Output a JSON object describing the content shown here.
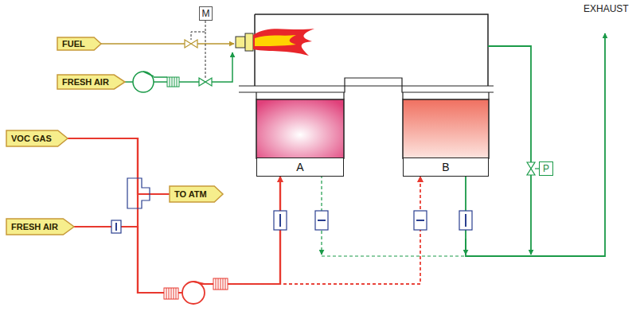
{
  "diagram": {
    "nodes": [
      {
        "text": [
          "FUEL"
        ]
      },
      {
        "text": [
          "FRESH AIR"
        ]
      },
      {
        "text": [
          "M"
        ]
      },
      {
        "text": [
          "VOC GAS"
        ]
      },
      {
        "text": [
          "TO ATM"
        ]
      },
      {
        "text": [
          "FRESH AIR"
        ]
      },
      {
        "text": [
          "A"
        ]
      },
      {
        "text": [
          "B"
        ]
      },
      {
        "text": [
          "P"
        ]
      }
    ],
    "edges": [
      {
        "from": 3,
        "to": 6,
        "arrow": "to"
      },
      {
        "from": 5,
        "to": 6,
        "arrow": "to"
      },
      {
        "from": 3,
        "to": 4,
        "arrow": "none"
      },
      {
        "from": 3,
        "to": 7,
        "arrow": "to"
      },
      {
        "from": 5,
        "to": 7,
        "arrow": "to"
      }
    ],
    "labels": [
      "EXHAUST"
    ]
  }
}
